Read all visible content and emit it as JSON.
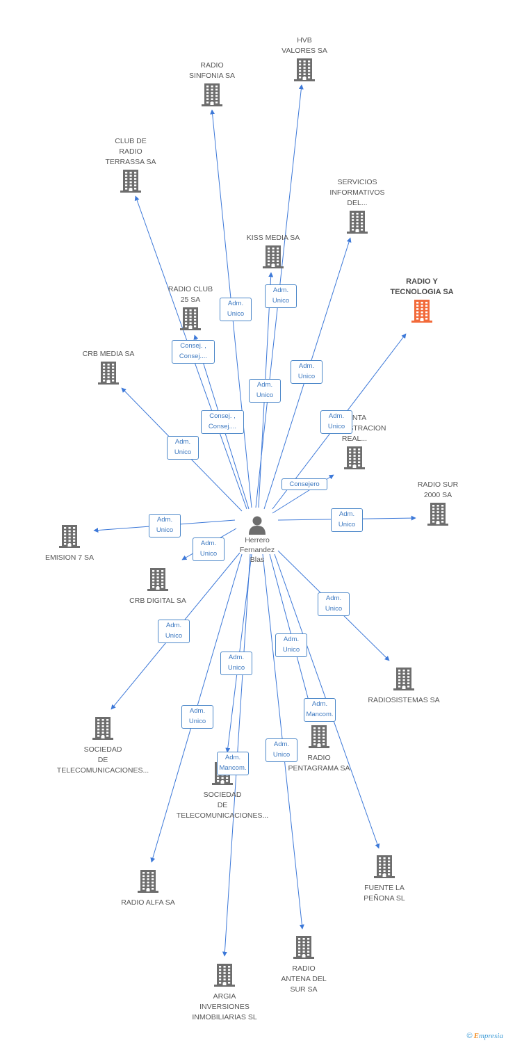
{
  "colors": {
    "edge": "#3c78d8",
    "building": "#6d6d6d",
    "highlight": "#f26a3a"
  },
  "person": {
    "name": "Herrero\nFernandez\nBlas",
    "icon": "person-icon"
  },
  "companies": [
    {
      "id": "hvb",
      "label": "HVB\nVALORES SA"
    },
    {
      "id": "sinfonia",
      "label": "RADIO\nSINFONIA SA"
    },
    {
      "id": "terrassa",
      "label": "CLUB DE\nRADIO\nTERRASSA SA"
    },
    {
      "id": "servicios",
      "label": "SERVICIOS\nINFORMATIVOS\nDEL..."
    },
    {
      "id": "kiss",
      "label": "KISS MEDIA SA"
    },
    {
      "id": "tecnologia",
      "label": "RADIO Y\nTECNOLOGIA SA",
      "highlight": true
    },
    {
      "id": "club25",
      "label": "RADIO CLUB\n25 SA"
    },
    {
      "id": "crbmedia",
      "label": "CRB MEDIA SA"
    },
    {
      "id": "venta",
      "label": "VENTA\nADMINISTRACION\nREAL..."
    },
    {
      "id": "sur2000",
      "label": "RADIO SUR\n2000 SA"
    },
    {
      "id": "emision7",
      "label": "EMISION 7 SA"
    },
    {
      "id": "crbdigital",
      "label": "CRB DIGITAL SA"
    },
    {
      "id": "radiosistemas",
      "label": "RADIOSISTEMAS SA"
    },
    {
      "id": "soctel1",
      "label": "SOCIEDAD\nDE\nTELECOMUNICACIONES..."
    },
    {
      "id": "pentagrama",
      "label": "RADIO\nPENTAGRAMA SA"
    },
    {
      "id": "soctel2",
      "label": "SOCIEDAD\nDE\nTELECOMUNICACIONES..."
    },
    {
      "id": "fuente",
      "label": "FUENTE LA\nPEÑONA SL"
    },
    {
      "id": "alfa",
      "label": "RADIO ALFA SA"
    },
    {
      "id": "antena",
      "label": "RADIO\nANTENA DEL\nSUR SA"
    },
    {
      "id": "argia",
      "label": "ARGIA\nINVERSIONES\nINMOBILIARIAS SL"
    }
  ],
  "relations": [
    {
      "to": "hvb",
      "label": "Adm.\nUnico"
    },
    {
      "to": "sinfonia",
      "label": "Adm.\nUnico"
    },
    {
      "to": "terrassa",
      "label": "Consej. ,\nConsej...."
    },
    {
      "to": "servicios",
      "label": "Adm.\nUnico"
    },
    {
      "to": "kiss",
      "label": "Adm.\nUnico"
    },
    {
      "to": "tecnologia",
      "label": "Adm.\nUnico"
    },
    {
      "to": "club25",
      "label": "Consej. ,\nConsej...."
    },
    {
      "to": "crbmedia",
      "label": "Adm.\nUnico"
    },
    {
      "to": "venta",
      "label": "Consejero"
    },
    {
      "to": "sur2000",
      "label": "Adm.\nUnico"
    },
    {
      "to": "emision7",
      "label": "Adm.\nUnico"
    },
    {
      "to": "crbdigital",
      "label": "Adm.\nUnico"
    },
    {
      "to": "radiosistemas",
      "label": "Adm.\nUnico"
    },
    {
      "to": "soctel1",
      "label": "Adm.\nUnico"
    },
    {
      "to": "pentagrama",
      "label": "Adm.\nUnico"
    },
    {
      "to": "fuente",
      "label": "Adm.\nMancom."
    },
    {
      "to": "soctel2",
      "label": "Adm.\nMancom."
    },
    {
      "to": "alfa",
      "label": "Adm.\nUnico"
    },
    {
      "to": "antena",
      "label": "Adm.\nUnico"
    },
    {
      "to": "argia",
      "label": "Adm.\nUnico"
    }
  ],
  "footer": {
    "copyright": "©",
    "brand_initial": "E",
    "brand_rest": "mpresia"
  }
}
